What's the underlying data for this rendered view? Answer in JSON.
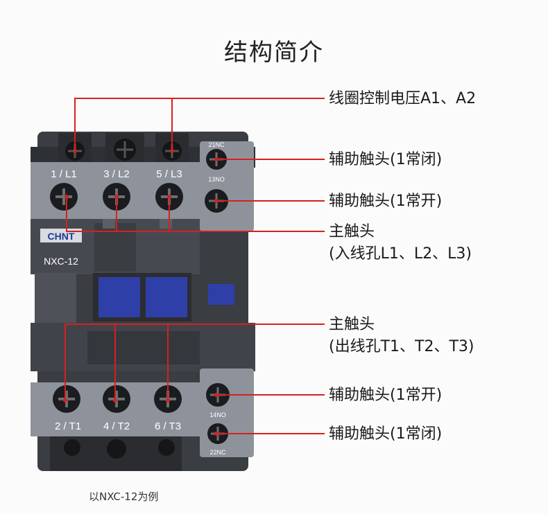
{
  "title": "结构简介",
  "device": {
    "brand": "CHNT",
    "model": "NXC-12",
    "top_terminals": [
      "1 / L1",
      "3 / L2",
      "5 / L3"
    ],
    "bottom_terminals": [
      "2 / T1",
      "4 / T2",
      "6 / T3"
    ],
    "aux_top": [
      "21NC",
      "13NO"
    ],
    "aux_bottom": [
      "14NO",
      "22NC"
    ]
  },
  "labels": {
    "coil": "线圈控制电压A1、A2",
    "aux_nc_top": "辅助触头(1常闭)",
    "aux_no_top": "辅助触头(1常开)",
    "main_in_line1": "主触头",
    "main_in_line2": "(入线孔L1、L2、L3)",
    "main_out_line1": "主触头",
    "main_out_line2": "(出线孔T1、T2、T3)",
    "aux_no_bottom": "辅助触头(1常开)",
    "aux_nc_bottom": "辅助触头(1常闭)"
  },
  "caption": "以NXC-12为例",
  "colors": {
    "leader": "#d62020",
    "body": "#3c3f45",
    "terminal_block": "#8e939b",
    "window": "#2f3fa8"
  }
}
